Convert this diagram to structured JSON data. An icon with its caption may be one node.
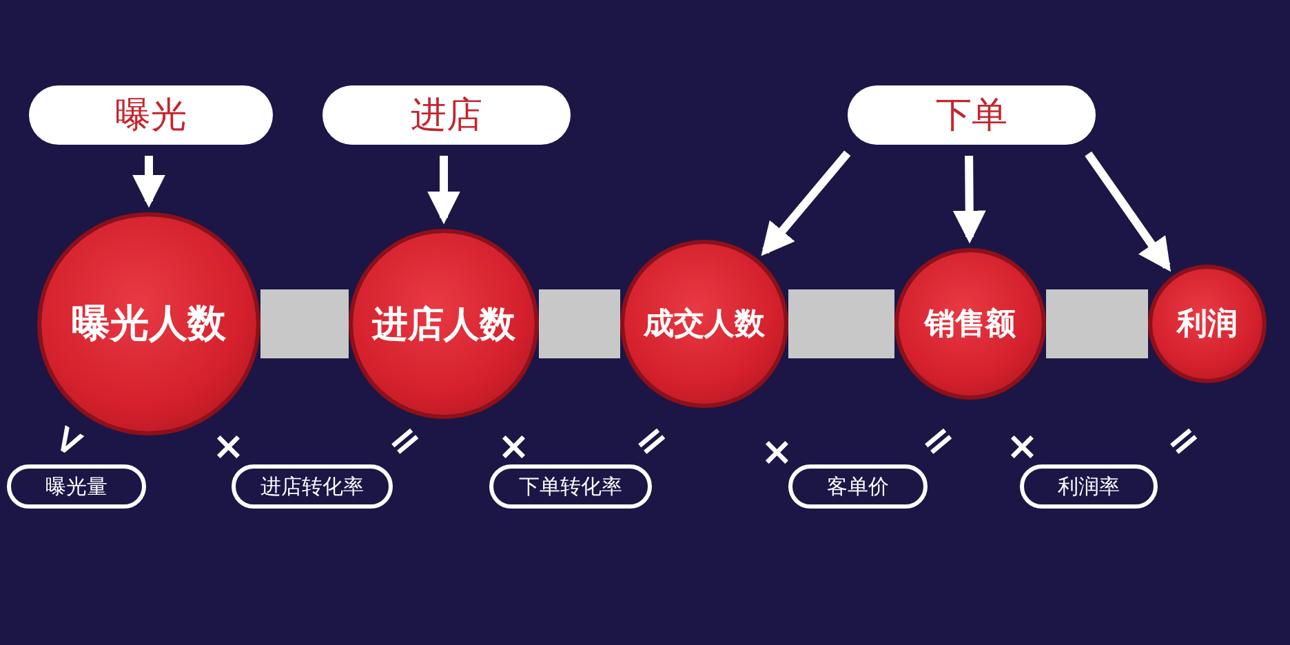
{
  "diagram": {
    "nodes": [
      {
        "text": [
          "曝光"
        ]
      },
      {
        "text": [
          "进店"
        ]
      },
      {
        "text": [
          "下单"
        ]
      },
      {
        "text": [
          "曝光人数"
        ]
      },
      {
        "text": [
          "进店人数"
        ]
      },
      {
        "text": [
          "成交人数"
        ]
      },
      {
        "text": [
          "销售额"
        ]
      },
      {
        "text": [
          "利润"
        ]
      },
      {
        "text": [
          "曝光量"
        ]
      },
      {
        "text": [
          "进店转化率"
        ]
      },
      {
        "text": [
          "下单转化率"
        ]
      },
      {
        "text": [
          "客单价"
        ]
      },
      {
        "text": [
          "利润率"
        ]
      }
    ],
    "edges": [
      {
        "from": 0,
        "to": 3,
        "arrow": "to"
      },
      {
        "from": 1,
        "to": 4,
        "arrow": "to"
      },
      {
        "from": 2,
        "to": 5,
        "arrow": "to"
      },
      {
        "from": 2,
        "to": 6,
        "arrow": "to"
      },
      {
        "from": 2,
        "to": 7,
        "arrow": "to"
      },
      {
        "from": 3,
        "to": 4,
        "arrow": "none",
        "style": "thick",
        "color": "#c8c8c8"
      },
      {
        "from": 4,
        "to": 5,
        "arrow": "none",
        "style": "thick",
        "color": "#c8c8c8"
      },
      {
        "from": 5,
        "to": 6,
        "arrow": "none",
        "style": "thick",
        "color": "#c8c8c8"
      },
      {
        "from": 6,
        "to": 7,
        "arrow": "none",
        "style": "thick",
        "color": "#c8c8c8"
      }
    ],
    "labels": [
      "<",
      "×",
      "=",
      "×",
      "=",
      "×",
      "=",
      "×",
      "="
    ]
  }
}
